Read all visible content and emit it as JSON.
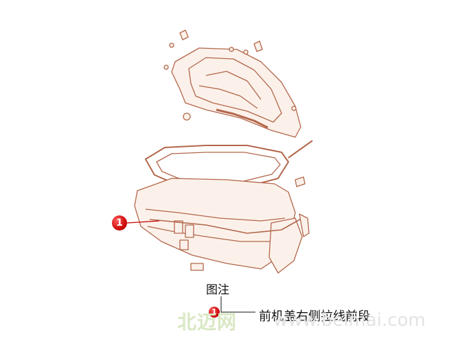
{
  "diagram": {
    "callout_number": "1",
    "colors": {
      "line": "#b3664a",
      "fill": "#fbf1ea",
      "badge": "#d40000"
    }
  },
  "legend": {
    "title": "图注",
    "items": [
      {
        "number": "1",
        "label": "前机盖右侧拉线前段"
      }
    ]
  },
  "watermark": {
    "brand": "北迈网",
    "url": "www.beimai.com"
  }
}
